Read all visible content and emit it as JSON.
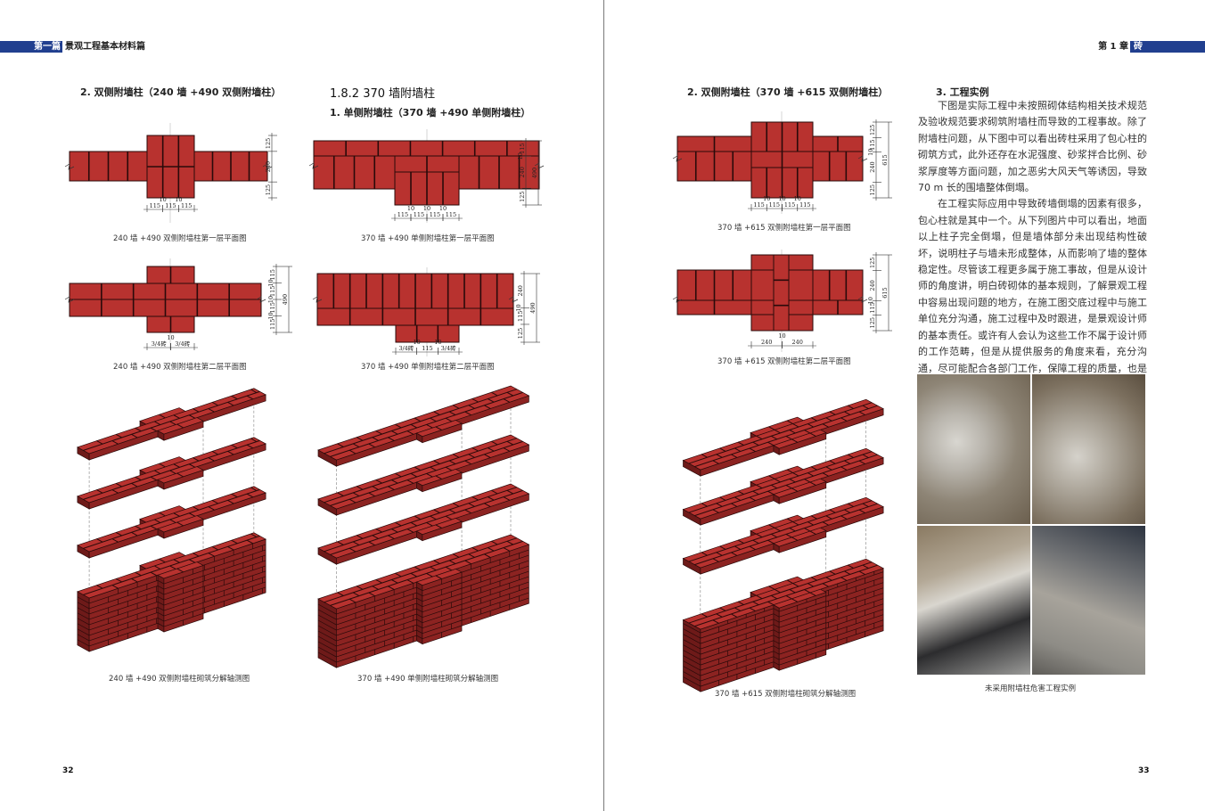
{
  "header": {
    "left_part": "第一篇",
    "left_title": "景观工程基本材料篇",
    "right_chapter": "第 1 章",
    "right_part": "砖"
  },
  "left_page": {
    "heading_double_240": "2. 双侧附墙柱（240 墙 +490 双侧附墙柱）",
    "section_title": "1.8.2  370 墙附墙柱",
    "heading_single_370": "1. 单侧附墙柱（370 墙 +490 单侧附墙柱）",
    "captions": {
      "plan1": "240 墙 +490 双侧附墙柱第一层平面图",
      "plan2": "370 墙 +490 单侧附墙柱第一层平面图",
      "plan3": "240 墙 +490 双侧附墙柱第二层平面图",
      "plan4": "370 墙 +490 单侧附墙柱第二层平面图",
      "iso1": "240 墙 +490 双侧附墙柱砌筑分解轴测图",
      "iso2": "370 墙 +490 单侧附墙柱砌筑分解轴测图"
    },
    "page_number": "32"
  },
  "right_page": {
    "heading_double_370": "2. 双侧附墙柱（370 墙 +615 双侧附墙柱）",
    "captions": {
      "plan5": "370 墙 +615 双侧附墙柱第一层平面图",
      "plan6": "370 墙 +615 双侧附墙柱第二层平面图",
      "iso3": "370 墙 +615 双侧附墙柱砌筑分解轴测图",
      "photos": "未采用附墙柱危害工程实例"
    },
    "case_heading": "3. 工程实例",
    "paragraphs": [
      "下图是实际工程中未按照砌体结构相关技术规范及验收规范要求砌筑附墙柱而导致的工程事故。除了附墙柱问题，从下图中可以看出砖柱采用了包心柱的砌筑方式，此外还存在水泥强度、砂浆拌合比例、砂浆厚度等方面问题，加之恶劣大风天气等诱因，导致 70 m 长的围墙整体倒塌。",
      "在工程实际应用中导致砖墙倒塌的因素有很多，包心柱就是其中一个。从下列图片中可以看出，地面以上柱子完全倒塌，但是墙体部分未出现结构性破坏，说明柱子与墙未形成整体，从而影响了墙的整体稳定性。尽管该工程更多属于施工事故，但是从设计师的角度讲，明白砖砌体的基本规则，了解景观工程中容易出现问题的地方，在施工图交底过程中与施工单位充分沟通，施工过程中及时跟进，是景观设计师的基本责任。或许有人会认为这些工作不属于设计师的工作范畴，但是从提供服务的角度来看，充分沟通，尽可能配合各部门工作，保障工程的质量，也是设计师的职责。"
    ],
    "page_number": "33"
  },
  "dimensions": {
    "plan1": {
      "bottom": [
        "115",
        "10",
        "115",
        "10",
        "115"
      ],
      "right": [
        "125",
        "240",
        "125"
      ],
      "total": ""
    },
    "plan2": {
      "bottom": [
        "115",
        "10",
        "115",
        "10",
        "115",
        "10",
        "115"
      ],
      "right": [
        "115",
        "10",
        "240",
        "125"
      ],
      "total": "490"
    },
    "plan3": {
      "bottom": [
        "3/4砖",
        "10",
        "3/4砖"
      ],
      "right": [
        "115",
        "10",
        "115",
        "10",
        "115",
        "10",
        "115"
      ],
      "total": "490"
    },
    "plan4": {
      "bottom": [
        "3/4砖",
        "10",
        "115",
        "10",
        "3/4砖"
      ],
      "right": [
        "240",
        "10",
        "115",
        "125"
      ],
      "total": "490"
    },
    "plan5": {
      "bottom": [
        "115",
        "10",
        "115",
        "10",
        "115",
        "10",
        "115"
      ],
      "right": [
        "125",
        "115",
        "10",
        "240",
        "125"
      ],
      "total": "615"
    },
    "plan6": {
      "bottom": [
        "240",
        "10",
        "240"
      ],
      "right": [
        "125",
        "240",
        "10",
        "115",
        "125"
      ],
      "total": "615"
    }
  },
  "colors": {
    "brand_blue": "#213f8f",
    "brick_top": "#b8322f",
    "brick_front": "#8c2321",
    "brick_side": "#6e1a19",
    "mortar": "#2a0a0a"
  }
}
